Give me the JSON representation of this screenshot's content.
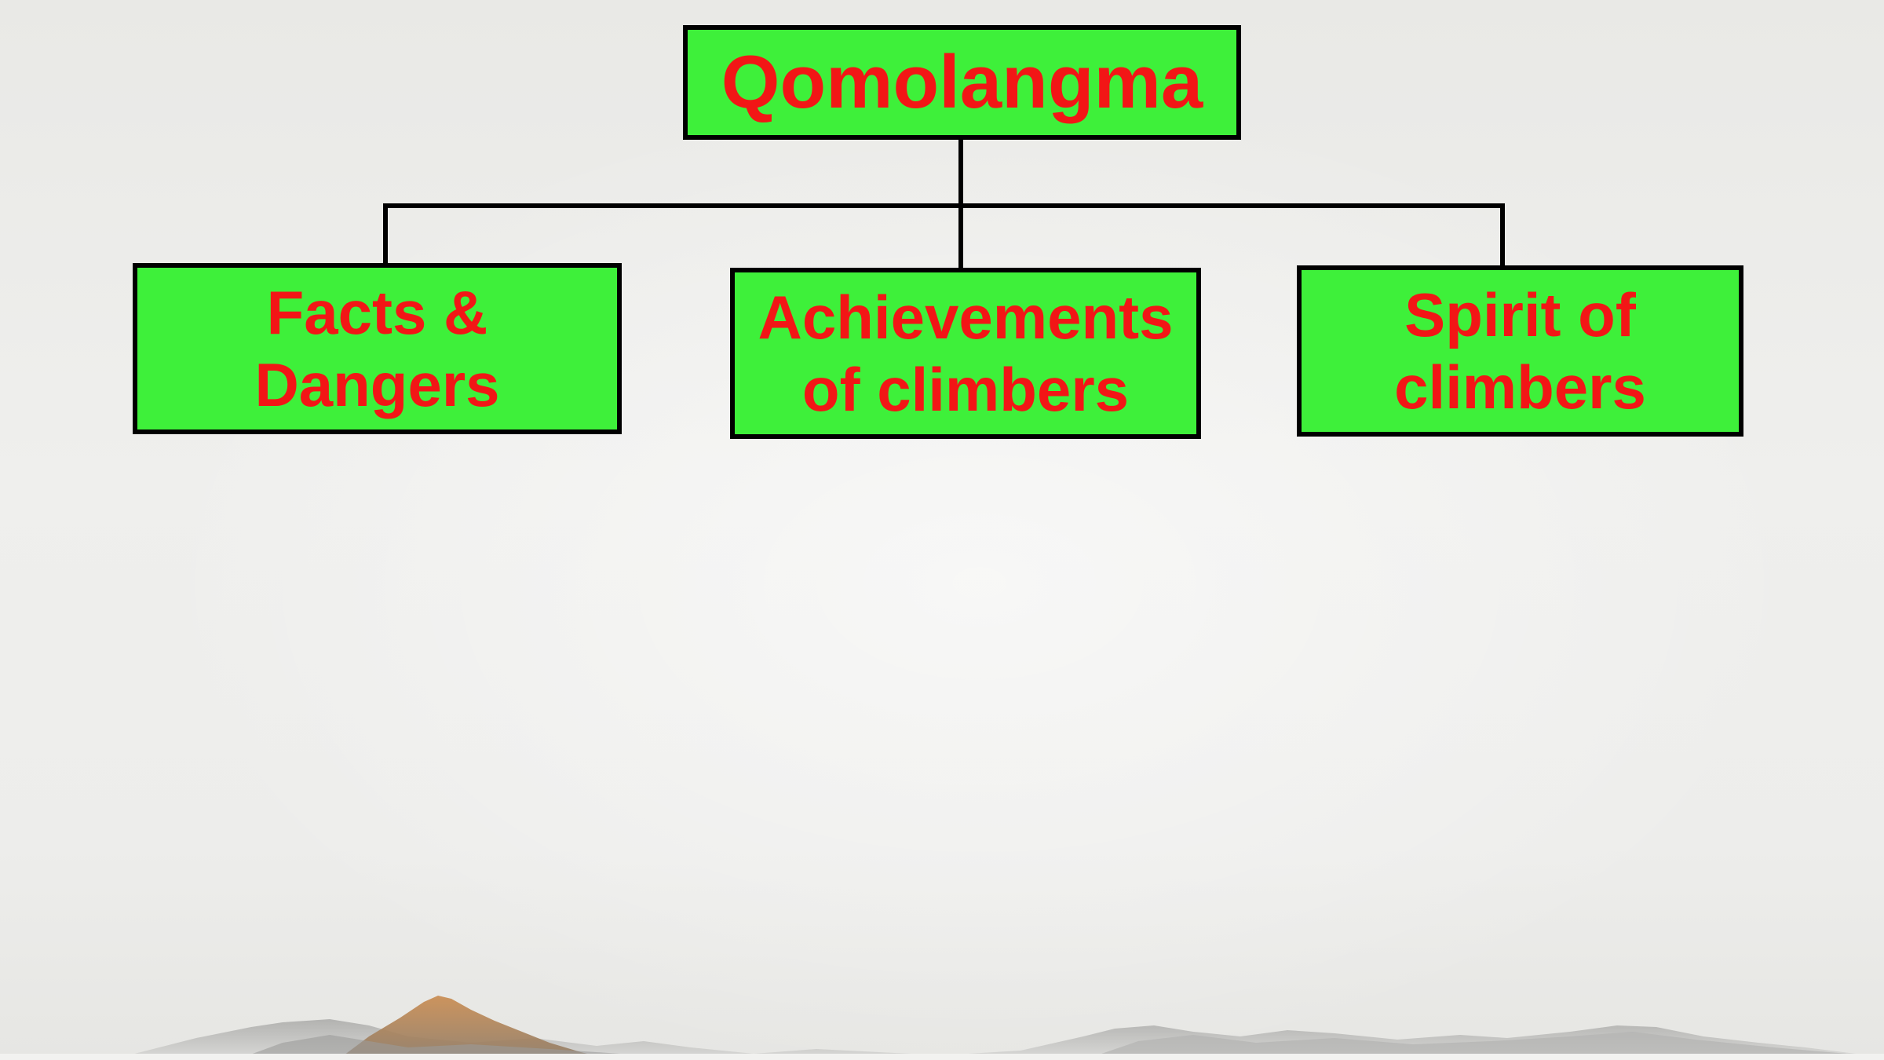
{
  "diagram": {
    "root": {
      "label": "Qomolangma"
    },
    "children": [
      {
        "label_line1": "Facts &",
        "label_line2": "Dangers"
      },
      {
        "label_line1": "Achievements",
        "label_line2": "of climbers"
      },
      {
        "label_line1": "Spirit of",
        "label_line2": "climbers"
      }
    ]
  },
  "colors": {
    "box_fill": "#3ef03a",
    "text": "#f21616",
    "border": "#000000",
    "background": "#ececea"
  }
}
